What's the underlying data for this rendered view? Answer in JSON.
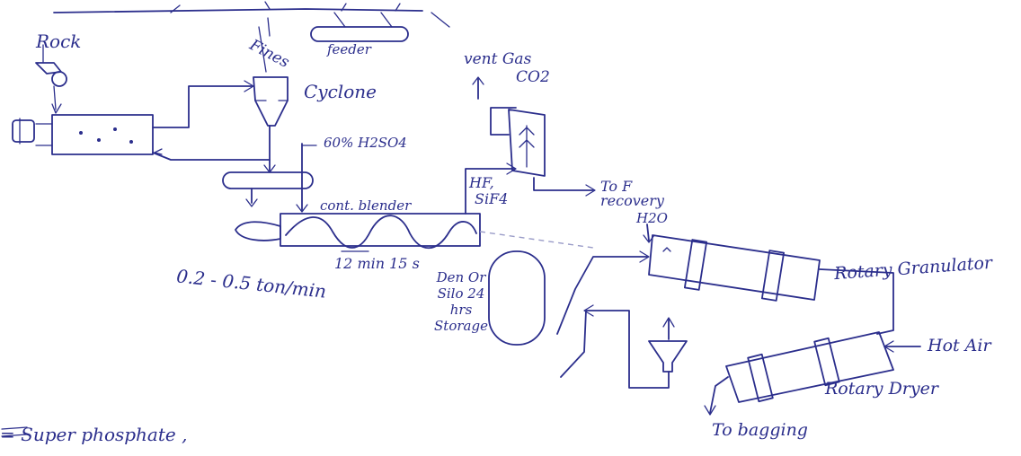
{
  "labels": {
    "rock": "Rock",
    "fines": "Fines",
    "feeder": "feeder",
    "cyclone": "Cyclone",
    "acid": "60% H2SO4",
    "vent_gas": "vent Gas",
    "co2": "CO2",
    "hf": "HF,",
    "sif4": "SiF4",
    "to_f_recovery": "To F recovery",
    "h2o": "H2O",
    "cont_blender": "cont. blender",
    "time": "12 min 15 s",
    "rate": "0.2 - 0.5 ton/min",
    "den": "Den Or Silo 24 hrs Storage",
    "rotary_granulator": "Rotary Granulator",
    "hot_air": "Hot Air",
    "rotary_dryer": "Rotary Dryer",
    "to_bagging": "To bagging",
    "footer": "= Super phosphate ,"
  }
}
